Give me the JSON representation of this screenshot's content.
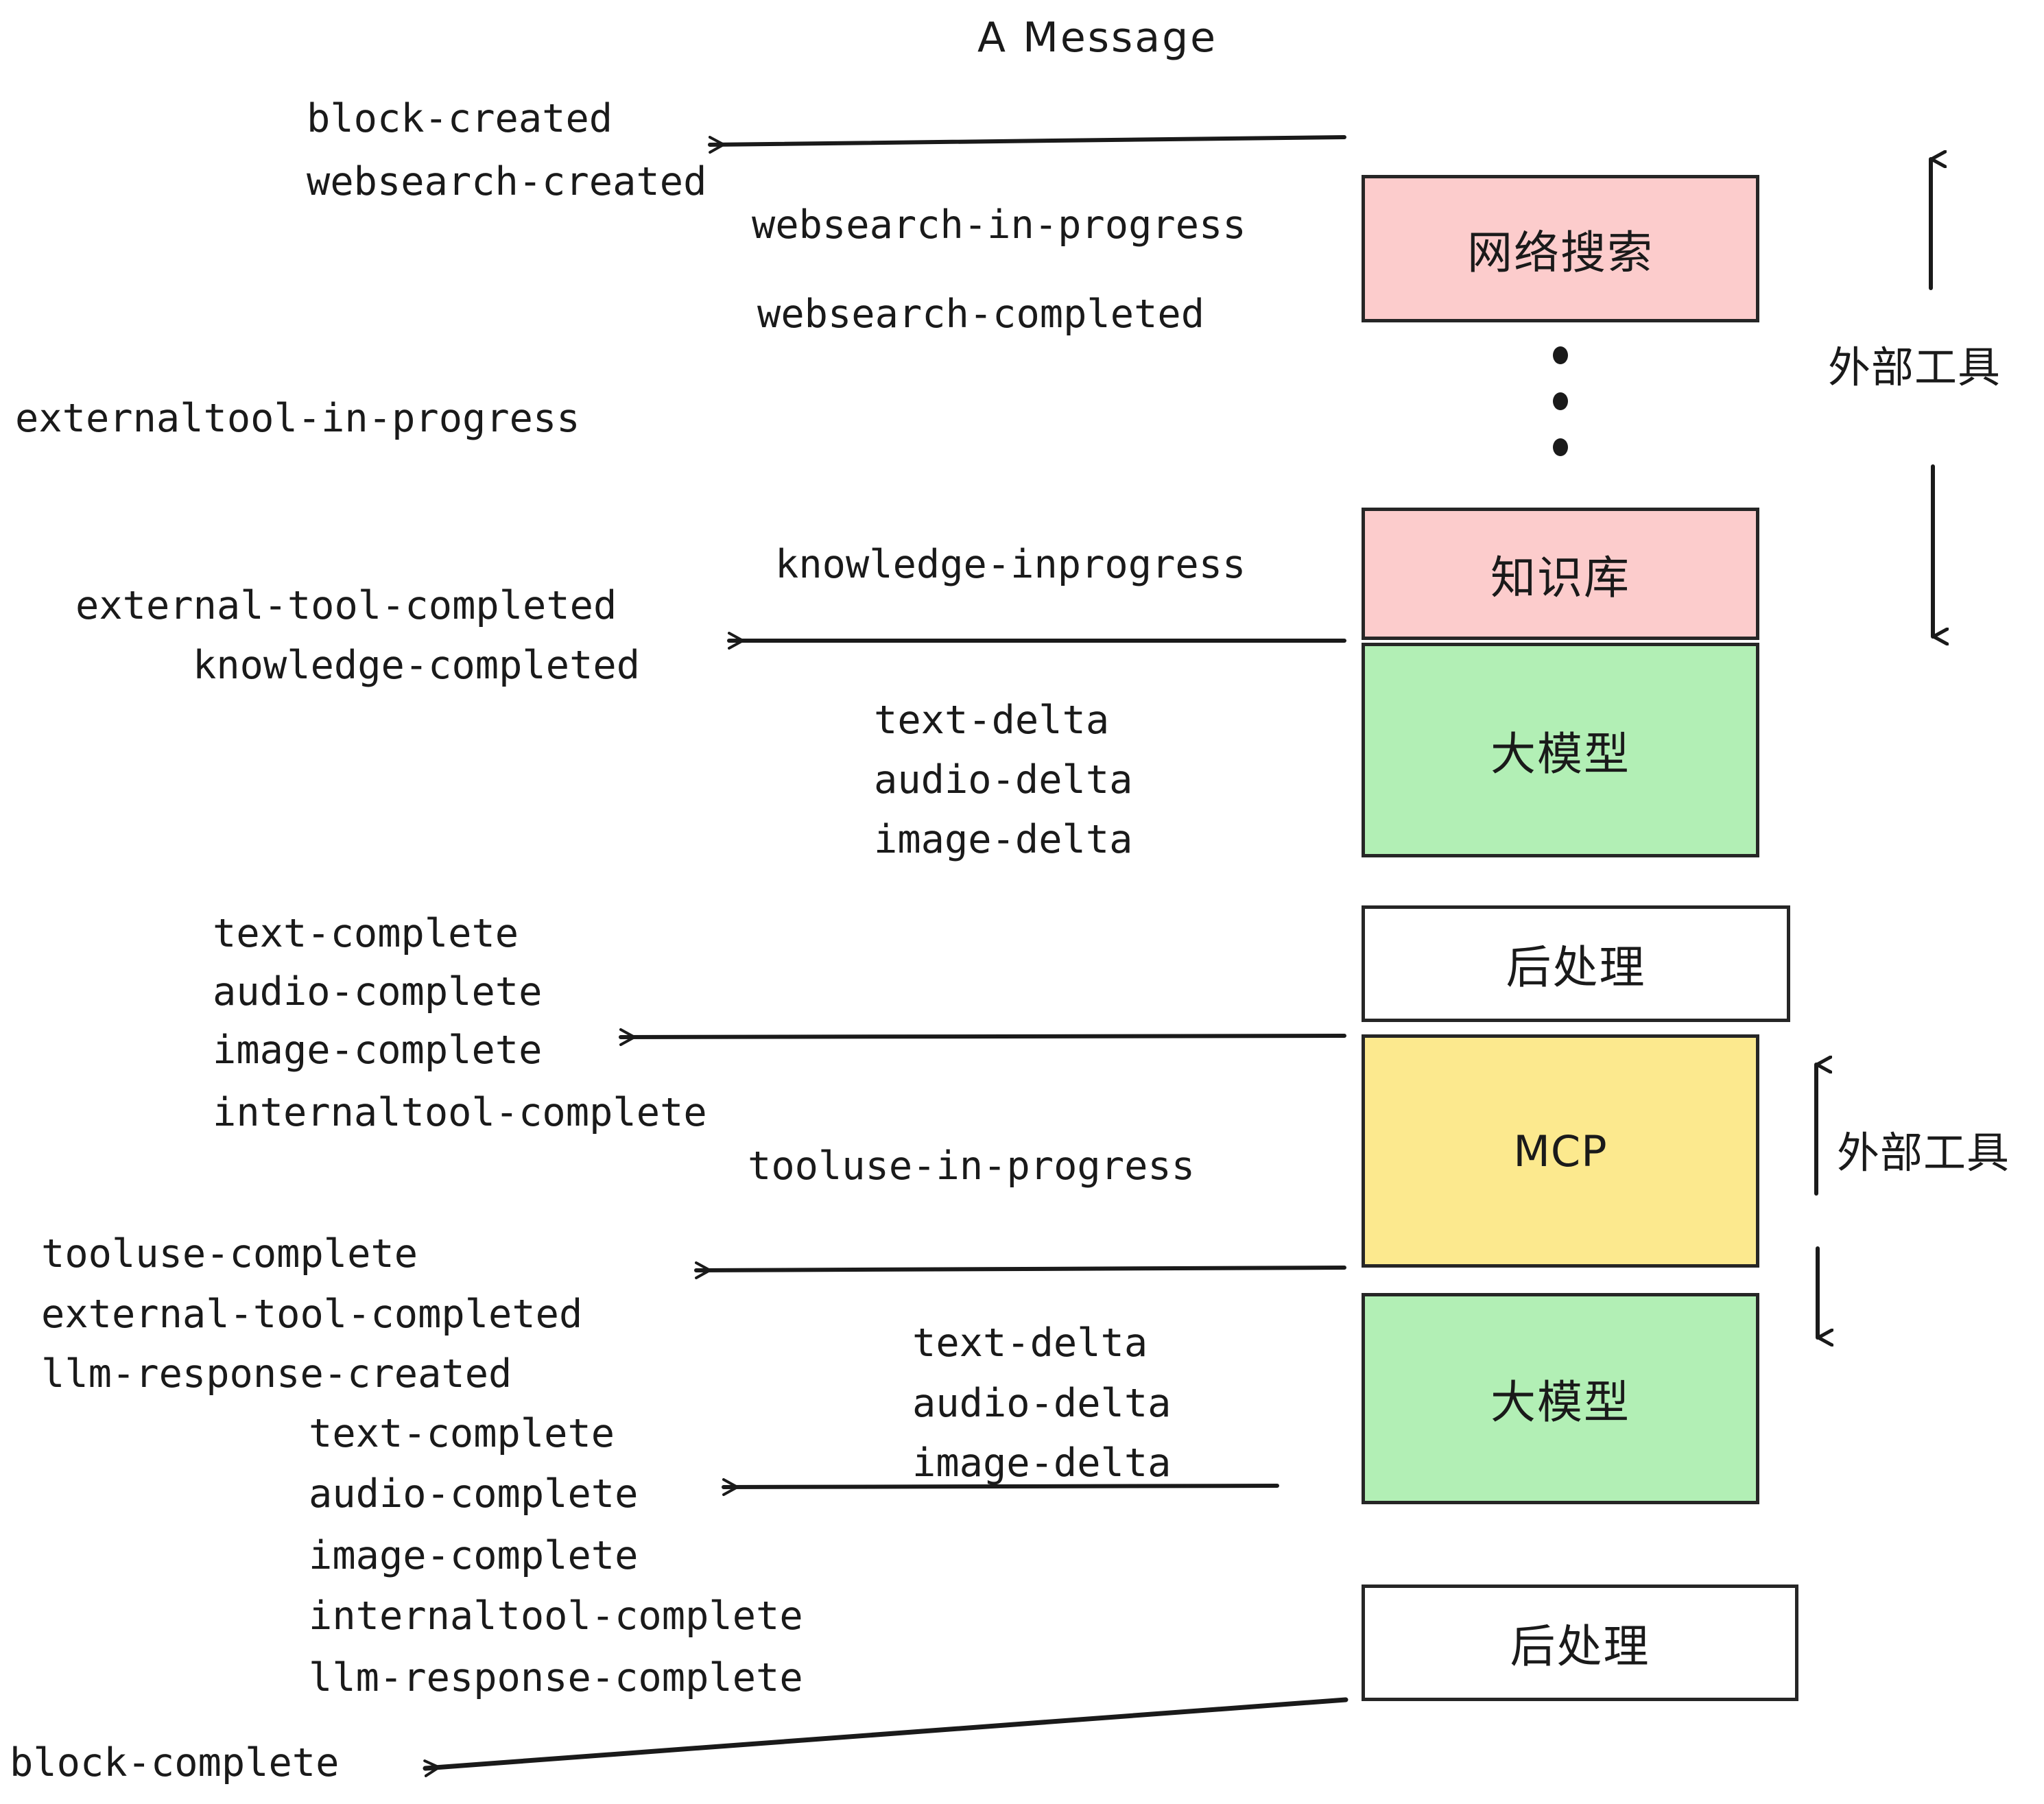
{
  "title": "A Message",
  "colors": {
    "pink": "#fccccc",
    "green": "#b2efb5",
    "yellow": "#fce98e",
    "white": "#ffffff",
    "stroke": "#262626",
    "text": "#1a1a1a"
  },
  "nodes": [
    {
      "id": "websearch",
      "label": "网络搜索",
      "fill": "#fccccc"
    },
    {
      "id": "knowledge",
      "label": "知识库",
      "fill": "#fccccc"
    },
    {
      "id": "llm-1",
      "label": "大模型",
      "fill": "#b2efb5"
    },
    {
      "id": "postprocess-1",
      "label": "后处理",
      "fill": "#ffffff"
    },
    {
      "id": "mcp",
      "label": "MCP",
      "fill": "#fce98e"
    },
    {
      "id": "llm-2",
      "label": "大模型",
      "fill": "#b2efb5"
    },
    {
      "id": "postprocess-2",
      "label": "后处理",
      "fill": "#ffffff"
    }
  ],
  "group_labels": [
    {
      "id": "external-tools-top",
      "label": "外部工具"
    },
    {
      "id": "external-tools-bottom",
      "label": "外部工具"
    }
  ],
  "events": [
    {
      "id": "block-created",
      "text": "block-created"
    },
    {
      "id": "websearch-created",
      "text": "websearch-created"
    },
    {
      "id": "websearch-in-progress",
      "text": "websearch-in-progress"
    },
    {
      "id": "websearch-completed",
      "text": "websearch-completed"
    },
    {
      "id": "externaltool-in-progress",
      "text": "externaltool-in-progress"
    },
    {
      "id": "knowledge-inprogress",
      "text": "knowledge-inprogress"
    },
    {
      "id": "external-tool-completed-1",
      "text": "external-tool-completed"
    },
    {
      "id": "knowledge-completed",
      "text": "knowledge-completed"
    },
    {
      "id": "text-delta-1",
      "text": "text-delta"
    },
    {
      "id": "audio-delta-1",
      "text": "audio-delta"
    },
    {
      "id": "image-delta-1",
      "text": "image-delta"
    },
    {
      "id": "text-complete-1",
      "text": "text-complete"
    },
    {
      "id": "audio-complete-1",
      "text": "audio-complete"
    },
    {
      "id": "image-complete-1",
      "text": "image-complete"
    },
    {
      "id": "internaltool-complete-1",
      "text": "internaltool-complete"
    },
    {
      "id": "tooluse-in-progress",
      "text": "tooluse-in-progress"
    },
    {
      "id": "tooluse-complete",
      "text": "tooluse-complete"
    },
    {
      "id": "external-tool-completed-2",
      "text": "external-tool-completed"
    },
    {
      "id": "llm-response-created",
      "text": "llm-response-created"
    },
    {
      "id": "text-delta-2",
      "text": "text-delta"
    },
    {
      "id": "audio-delta-2",
      "text": "audio-delta"
    },
    {
      "id": "image-delta-2",
      "text": "image-delta"
    },
    {
      "id": "text-complete-2",
      "text": "text-complete"
    },
    {
      "id": "audio-complete-2",
      "text": "audio-complete"
    },
    {
      "id": "image-complete-2",
      "text": "image-complete"
    },
    {
      "id": "internaltool-complete-2",
      "text": "internaltool-complete"
    },
    {
      "id": "llm-response-complete",
      "text": "llm-response-complete"
    },
    {
      "id": "block-complete",
      "text": "block-complete"
    }
  ]
}
